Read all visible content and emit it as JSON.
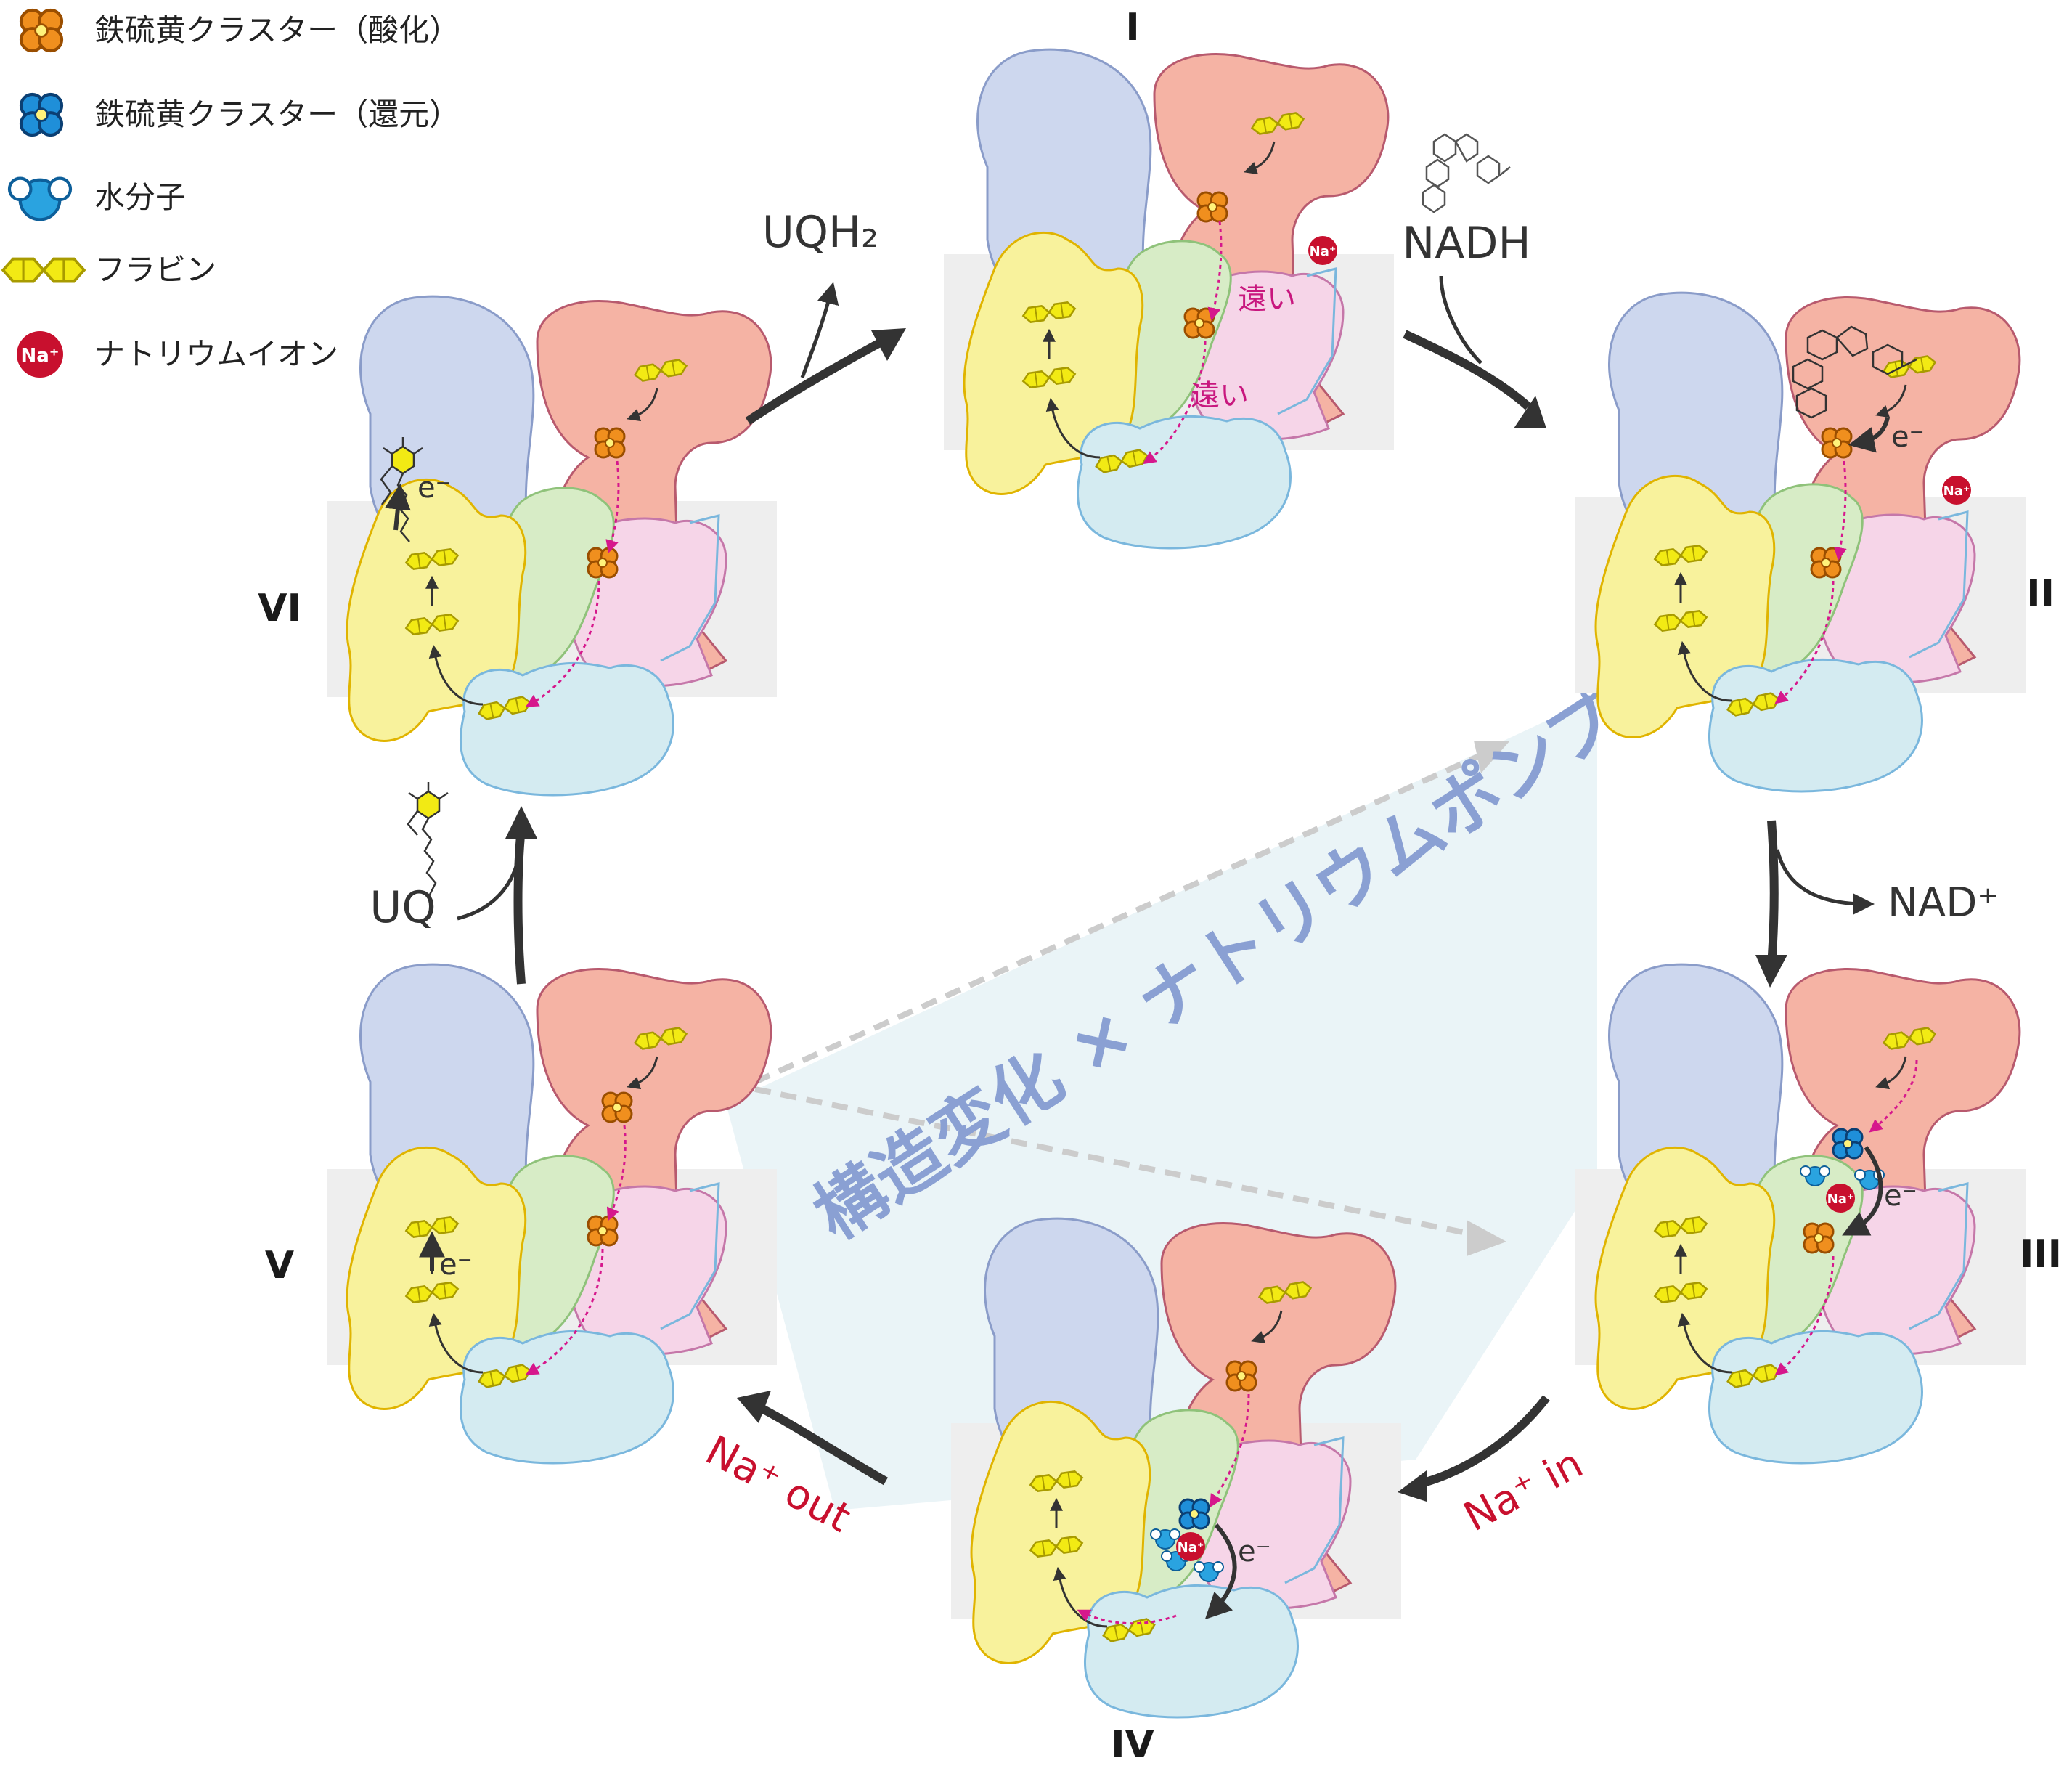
{
  "legend": {
    "items": [
      {
        "icon": "fes-cluster-oxidized-icon",
        "label": "鉄硫黄クラスター（酸化）"
      },
      {
        "icon": "fes-cluster-reduced-icon",
        "label": "鉄硫黄クラスター（還元）"
      },
      {
        "icon": "water-molecule-icon",
        "label": "水分子"
      },
      {
        "icon": "flavin-icon",
        "label": "フラビン"
      },
      {
        "icon": "sodium-ion-icon",
        "label": "ナトリウムイオン"
      }
    ]
  },
  "states": {
    "s1": {
      "label": "I"
    },
    "s2": {
      "label": "II"
    },
    "s3": {
      "label": "III"
    },
    "s4": {
      "label": "IV"
    },
    "s5": {
      "label": "V"
    },
    "s6": {
      "label": "VI"
    }
  },
  "annotations": {
    "far": "遠い",
    "electron": "e⁻",
    "na_badge": "Na⁺",
    "nadh": "NADH",
    "nad_plus": "NAD⁺",
    "uq": "UQ",
    "uqh2": "UQH₂",
    "na_in": "Na⁺ in",
    "na_out": "Na⁺ out"
  },
  "center_title": "構造変化 × ナトリウムポンプ",
  "colors": {
    "blue_domain": "#cdd7ee",
    "red_domain": "#f5b3a4",
    "yellow_domain": "#f8f29c",
    "green_domain": "#d7ecc6",
    "pink_domain": "#f6d5e8",
    "cyan_domain": "#d4ebf1",
    "membrane": "#eeeeee",
    "cluster_oxidized": "#f08f1e",
    "cluster_reduced": "#1f8fd9",
    "flavin": "#f2ea14",
    "sodium": "#c8102e",
    "path_magenta": "#d6178c",
    "arrow": "#333333",
    "title": "#8aa0d3"
  }
}
